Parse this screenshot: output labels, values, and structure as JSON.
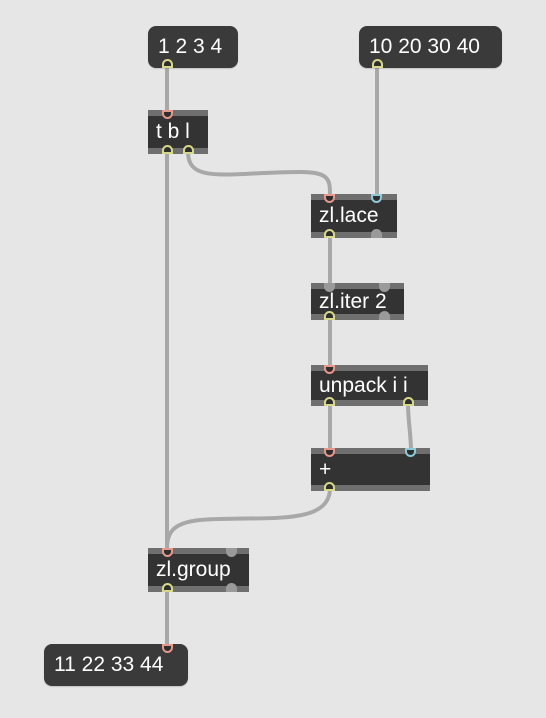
{
  "patcher": {
    "msg_list_a": "1 2 3 4",
    "msg_list_b": "10 20 30 40",
    "obj_trigger": "t b l",
    "obj_lace": "zl.lace",
    "obj_iter": "zl.iter 2",
    "obj_unpack": "unpack i i",
    "obj_add": "+",
    "obj_group": "zl.group",
    "msg_result": "11 22 33 44"
  },
  "colors": {
    "background": "#e6e6e6",
    "box": "#333333",
    "cord": "#a8a8a8",
    "inlet_left": "#e8978c",
    "inlet_right": "#8dcbd8",
    "outlet": "#d7d88a"
  }
}
